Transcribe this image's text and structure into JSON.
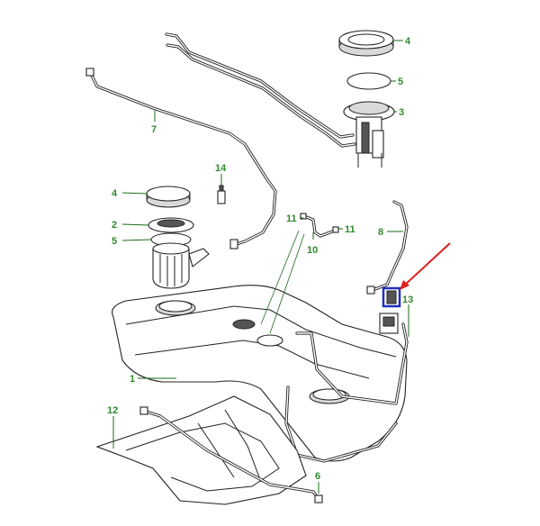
{
  "colors": {
    "callout_text": "#2e8b2e",
    "leader_line": "#1a6b1a",
    "highlight_arrow": "#e02020",
    "highlight_box": "#2030c0",
    "line_art": "#222222"
  },
  "callouts": [
    {
      "id": "c4a",
      "label": "4"
    },
    {
      "id": "c5a",
      "label": "5"
    },
    {
      "id": "c3",
      "label": "3"
    },
    {
      "id": "c7",
      "label": "7"
    },
    {
      "id": "c14",
      "label": "14"
    },
    {
      "id": "c4b",
      "label": "4"
    },
    {
      "id": "c2",
      "label": "2"
    },
    {
      "id": "c5b",
      "label": "5"
    },
    {
      "id": "c11a",
      "label": "11"
    },
    {
      "id": "c11b",
      "label": "11"
    },
    {
      "id": "c10",
      "label": "10"
    },
    {
      "id": "c8",
      "label": "8"
    },
    {
      "id": "c13",
      "label": "13"
    },
    {
      "id": "c1",
      "label": "1"
    },
    {
      "id": "c12",
      "label": "12"
    },
    {
      "id": "c6",
      "label": "6"
    }
  ],
  "highlight": {
    "part_label": "13"
  }
}
